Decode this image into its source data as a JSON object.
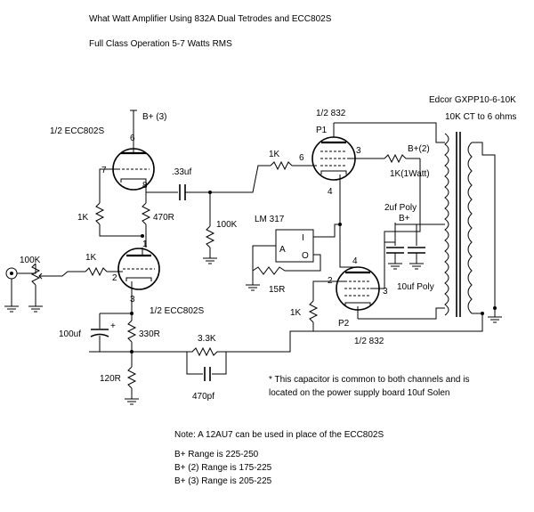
{
  "header": {
    "title": "What Watt Amplifier   Using 832A Dual Tetrodes and ECC802S",
    "subtitle": "Full Class Operation 5-7 Watts RMS"
  },
  "tubes": {
    "v1_top": "1/2  ECC802S",
    "v1_bottom": "1/2  ECC802S",
    "p1_top": "1/2  832",
    "p1_pin": "P1",
    "p2_bottom": "1/2  832",
    "p2_pin": "P2"
  },
  "pins": {
    "v1_plate": "6",
    "v1_grid": "7",
    "v1_cathode": "8",
    "v2_plate": "1",
    "v2_grid": "2",
    "v2_cathode": "3",
    "p1_grid": "6",
    "p1_screen": "3",
    "p1_cathode": "4",
    "p2_cathode": "4",
    "p2_grid": "2",
    "p2_screen": "3"
  },
  "supplies": {
    "b_plus_3": "B+ (3)",
    "b_plus_2": "B+(2)",
    "b_plus": "B+"
  },
  "transformer": {
    "model": "Edcor GXPP10-6-10K",
    "spec": "10K CT to 6 ohms"
  },
  "components": {
    "r_grid_1k": "1K",
    "r_470": "470R",
    "c_033": ".33uf",
    "r_100k_grid": "100K",
    "r_1k_grid_p1": "1K",
    "r_1k_1watt": "1K(1Watt)",
    "regulator": "LM 317",
    "reg_in": "I",
    "reg_adj": "A",
    "reg_out": "O",
    "r_15": "15R",
    "r_1k_p2": "1K",
    "c_2uf": "2uf Poly",
    "c_10uf_poly": "10uf Poly",
    "pot_100k": "100K",
    "r_1k_input": "1K",
    "c_100uf": "100uf",
    "r_330": "330R",
    "r_120": "120R",
    "r_33k": "3.3K",
    "c_470pf": "470pf"
  },
  "notes": {
    "capacitor_1": "*  This capacitor is common to both channels and is",
    "capacitor_2": "located on the power supply board   10uf Solen",
    "note": "Note:   A 12AU7 can be used in place of the ECC802S",
    "range_b": "B+  Range is 225-250",
    "range_b2": "B+ (2) Range is 175-225",
    "range_b3": "B+ (3) Range is 205-225"
  }
}
